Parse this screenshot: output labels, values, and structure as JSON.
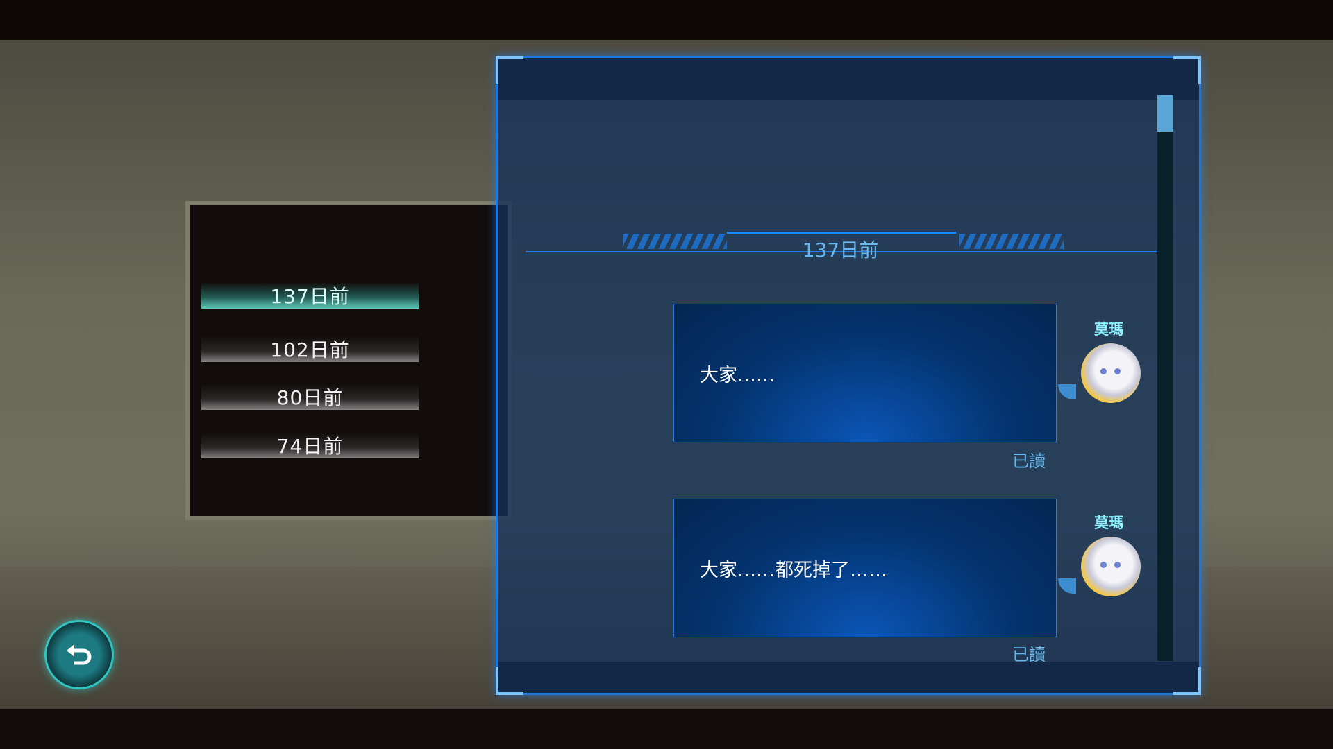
{
  "history_list": {
    "items": [
      {
        "label": "137日前",
        "active": true
      },
      {
        "label": "102日前",
        "active": false
      },
      {
        "label": "80日前",
        "active": false
      },
      {
        "label": "74日前",
        "active": false
      }
    ]
  },
  "chat_panel": {
    "date_header": "137日前",
    "messages": [
      {
        "sender": "莫瑪",
        "text": "大家……",
        "status": "已讀"
      },
      {
        "sender": "莫瑪",
        "text": "大家……都死掉了……",
        "status": "已讀"
      }
    ],
    "scroll_position": 0
  },
  "colors": {
    "accent": "#1a78e0",
    "active_row": "#5cc6b6",
    "name": "#8ff3ff"
  },
  "icons": {
    "back": "undo-arrow-icon"
  }
}
